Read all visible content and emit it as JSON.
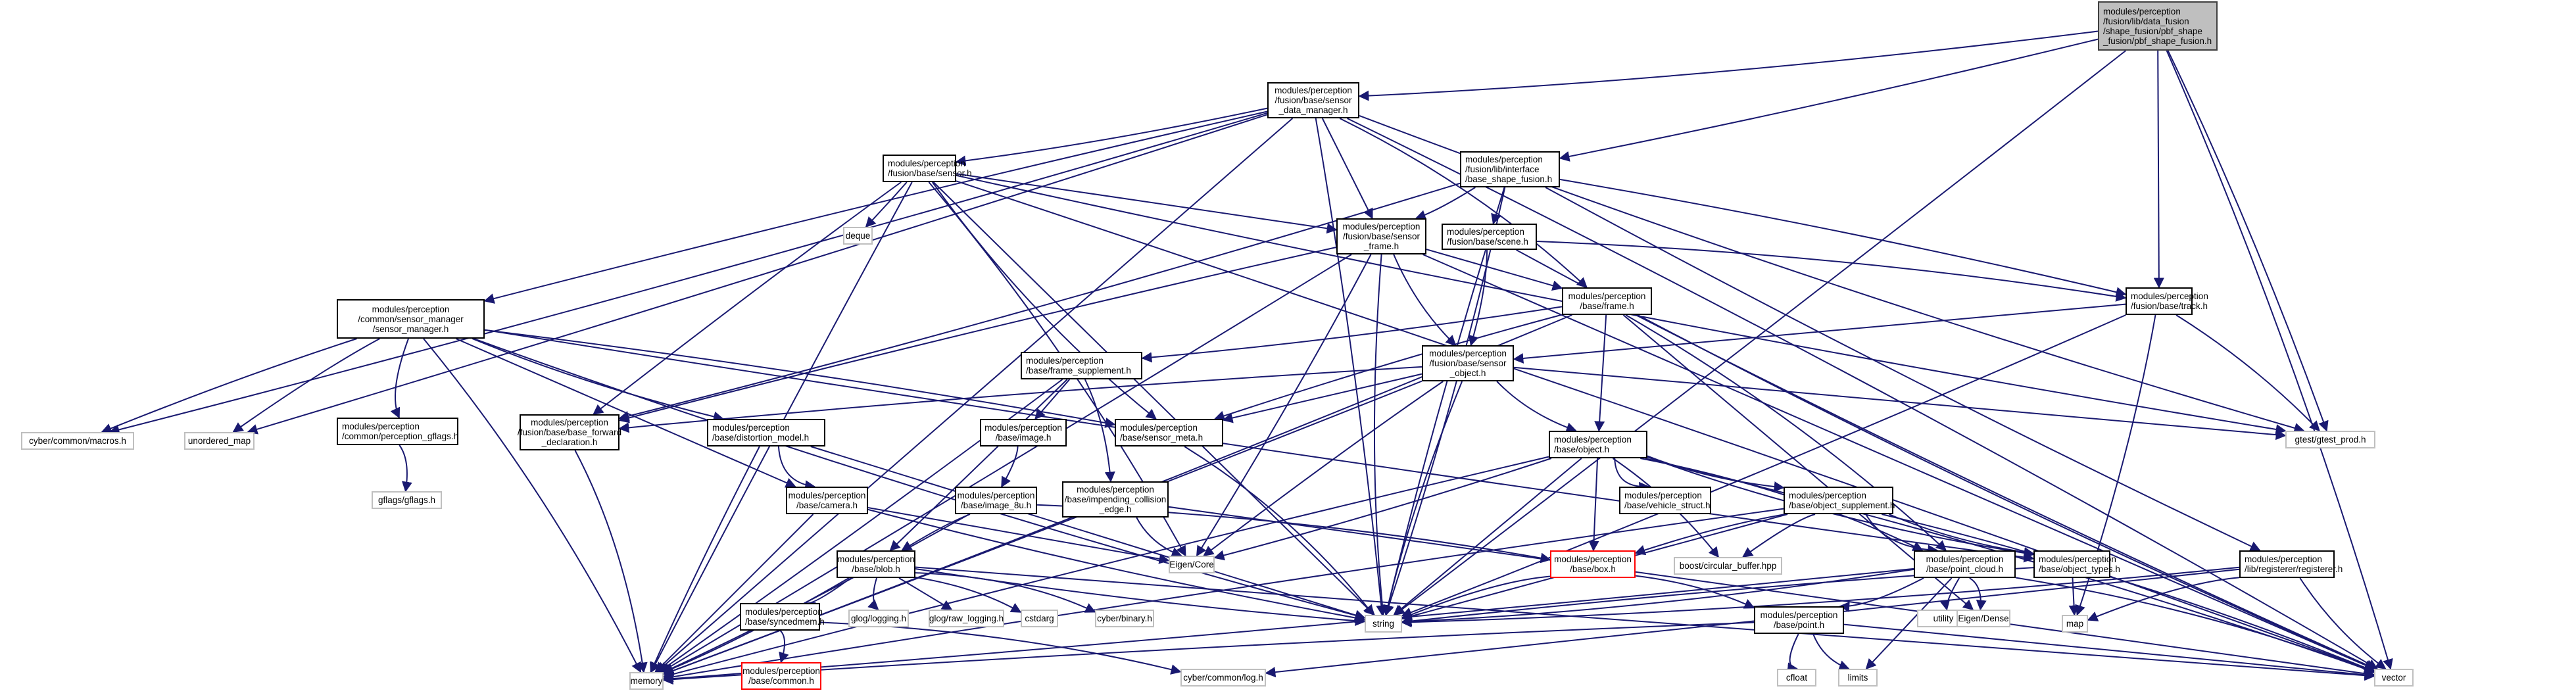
{
  "diagram": {
    "title": "Include dependency graph for pbf_shape_fusion.h",
    "edge_color": "#191970",
    "colors": {
      "root_fill": "#bfbfbf",
      "normal_border": "#000000",
      "external_border": "#bfbfbf",
      "missing_border": "#ff0000"
    },
    "nodes": [
      {
        "id": "root",
        "label": "modules/perception\n/fusion/lib/data_fusion\n/shape_fusion/pbf_shape\n_fusion/pbf_shape_fusion.h",
        "kind": "root"
      },
      {
        "id": "sdm",
        "label": "modules/perception\n/fusion/base/sensor\n_data_manager.h",
        "kind": "normal"
      },
      {
        "id": "bsf",
        "label": "modules/perception\n/fusion/lib/interface\n/base_shape_fusion.h",
        "kind": "normal"
      },
      {
        "id": "sensor",
        "label": "modules/perception\n/fusion/base/sensor.h",
        "kind": "normal"
      },
      {
        "id": "sframe",
        "label": "modules/perception\n/fusion/base/sensor\n_frame.h",
        "kind": "normal"
      },
      {
        "id": "scene",
        "label": "modules/perception\n/fusion/base/scene.h",
        "kind": "normal"
      },
      {
        "id": "track",
        "label": "modules/perception\n/fusion/base/track.h",
        "kind": "normal"
      },
      {
        "id": "frame",
        "label": "modules/perception\n/base/frame.h",
        "kind": "normal"
      },
      {
        "id": "smgr",
        "label": "modules/perception\n/common/sensor_manager\n/sensor_manager.h",
        "kind": "normal"
      },
      {
        "id": "fsup",
        "label": "modules/perception\n/base/frame_supplement.h",
        "kind": "normal"
      },
      {
        "id": "sobj",
        "label": "modules/perception\n/fusion/base/sensor\n_object.h",
        "kind": "normal"
      },
      {
        "id": "macros",
        "label": "cyber/common/macros.h",
        "kind": "external"
      },
      {
        "id": "umap",
        "label": "unordered_map",
        "kind": "external"
      },
      {
        "id": "pgflags",
        "label": "modules/perception\n/common/perception_gflags.h",
        "kind": "normal"
      },
      {
        "id": "bfd",
        "label": "modules/perception\n/fusion/base/base_forward\n_declaration.h",
        "kind": "normal"
      },
      {
        "id": "dist",
        "label": "modules/perception\n/base/distortion_model.h",
        "kind": "normal"
      },
      {
        "id": "image",
        "label": "modules/perception\n/base/image.h",
        "kind": "normal"
      },
      {
        "id": "smeta",
        "label": "modules/perception\n/base/sensor_meta.h",
        "kind": "normal"
      },
      {
        "id": "object",
        "label": "modules/perception\n/base/object.h",
        "kind": "normal"
      },
      {
        "id": "gtest",
        "label": "gtest/gtest_prod.h",
        "kind": "external"
      },
      {
        "id": "deque",
        "label": "deque",
        "kind": "external"
      },
      {
        "id": "gflags",
        "label": "gflags/gflags.h",
        "kind": "external"
      },
      {
        "id": "camera",
        "label": "modules/perception\n/base/camera.h",
        "kind": "normal"
      },
      {
        "id": "img8u",
        "label": "modules/perception\n/base/image_8u.h",
        "kind": "normal"
      },
      {
        "id": "ice",
        "label": "modules/perception\n/base/impending_collision\n_edge.h",
        "kind": "normal"
      },
      {
        "id": "vstruct",
        "label": "modules/perception\n/base/vehicle_struct.h",
        "kind": "normal"
      },
      {
        "id": "osup",
        "label": "modules/perception\n/base/object_supplement.h",
        "kind": "normal"
      },
      {
        "id": "blob",
        "label": "modules/perception\n/base/blob.h",
        "kind": "normal"
      },
      {
        "id": "eigencore",
        "label": "Eigen/Core",
        "kind": "external"
      },
      {
        "id": "box",
        "label": "modules/perception\n/base/box.h",
        "kind": "missing"
      },
      {
        "id": "cbuf",
        "label": "boost/circular_buffer.hpp",
        "kind": "external"
      },
      {
        "id": "pcloud",
        "label": "modules/perception\n/base/point_cloud.h",
        "kind": "normal"
      },
      {
        "id": "otypes",
        "label": "modules/perception\n/base/object_types.h",
        "kind": "normal"
      },
      {
        "id": "reg",
        "label": "modules/perception\n/lib/registerer/registerer.h",
        "kind": "normal"
      },
      {
        "id": "synced",
        "label": "modules/perception\n/base/syncedmem.h",
        "kind": "normal"
      },
      {
        "id": "glog",
        "label": "glog/logging.h",
        "kind": "external"
      },
      {
        "id": "glograw",
        "label": "glog/raw_logging.h",
        "kind": "external"
      },
      {
        "id": "cstdarg",
        "label": "cstdarg",
        "kind": "external"
      },
      {
        "id": "cbinary",
        "label": "cyber/binary.h",
        "kind": "external"
      },
      {
        "id": "string",
        "label": "string",
        "kind": "external"
      },
      {
        "id": "point",
        "label": "modules/perception\n/base/point.h",
        "kind": "normal"
      },
      {
        "id": "utility",
        "label": "utility",
        "kind": "external"
      },
      {
        "id": "edense",
        "label": "Eigen/Dense",
        "kind": "external"
      },
      {
        "id": "map",
        "label": "map",
        "kind": "external"
      },
      {
        "id": "memory",
        "label": "memory",
        "kind": "external"
      },
      {
        "id": "common",
        "label": "modules/perception\n/base/common.h",
        "kind": "missing"
      },
      {
        "id": "log",
        "label": "cyber/common/log.h",
        "kind": "external"
      },
      {
        "id": "cfloat",
        "label": "cfloat",
        "kind": "external"
      },
      {
        "id": "limits",
        "label": "limits",
        "kind": "external"
      },
      {
        "id": "vector",
        "label": "vector",
        "kind": "external"
      }
    ],
    "edges": [
      [
        "root",
        "sdm"
      ],
      [
        "root",
        "bsf"
      ],
      [
        "root",
        "track"
      ],
      [
        "root",
        "gtest"
      ],
      [
        "root",
        "vector"
      ],
      [
        "root",
        "string"
      ],
      [
        "sdm",
        "sensor"
      ],
      [
        "sdm",
        "sframe"
      ],
      [
        "sdm",
        "smgr"
      ],
      [
        "sdm",
        "frame"
      ],
      [
        "sdm",
        "macros"
      ],
      [
        "sdm",
        "umap"
      ],
      [
        "sdm",
        "memory"
      ],
      [
        "sdm",
        "string"
      ],
      [
        "sdm",
        "vector"
      ],
      [
        "sdm",
        "gtest"
      ],
      [
        "bsf",
        "sframe"
      ],
      [
        "bsf",
        "scene"
      ],
      [
        "bsf",
        "track"
      ],
      [
        "bsf",
        "string"
      ],
      [
        "bsf",
        "bfd"
      ],
      [
        "bsf",
        "reg"
      ],
      [
        "sensor",
        "sframe"
      ],
      [
        "sensor",
        "deque"
      ],
      [
        "sensor",
        "bfd"
      ],
      [
        "sensor",
        "smeta"
      ],
      [
        "sensor",
        "memory"
      ],
      [
        "sensor",
        "string"
      ],
      [
        "sensor",
        "vector"
      ],
      [
        "sensor",
        "eigencore"
      ],
      [
        "sensor",
        "gtest"
      ],
      [
        "sframe",
        "sobj"
      ],
      [
        "sframe",
        "frame"
      ],
      [
        "sframe",
        "bfd"
      ],
      [
        "sframe",
        "eigencore"
      ],
      [
        "sframe",
        "string"
      ],
      [
        "sframe",
        "memory"
      ],
      [
        "sframe",
        "vector"
      ],
      [
        "scene",
        "sobj"
      ],
      [
        "scene",
        "track"
      ],
      [
        "scene",
        "vector"
      ],
      [
        "scene",
        "string"
      ],
      [
        "track",
        "sobj"
      ],
      [
        "track",
        "gtest"
      ],
      [
        "track",
        "map"
      ],
      [
        "track",
        "string"
      ],
      [
        "frame",
        "fsup"
      ],
      [
        "frame",
        "object"
      ],
      [
        "frame",
        "smeta"
      ],
      [
        "frame",
        "pcloud"
      ],
      [
        "frame",
        "memory"
      ],
      [
        "frame",
        "vector"
      ],
      [
        "frame",
        "edense"
      ],
      [
        "smgr",
        "macros"
      ],
      [
        "smgr",
        "umap"
      ],
      [
        "smgr",
        "pgflags"
      ],
      [
        "smgr",
        "dist"
      ],
      [
        "smgr",
        "camera"
      ],
      [
        "smgr",
        "smeta"
      ],
      [
        "smgr",
        "memory"
      ],
      [
        "smgr",
        "string"
      ],
      [
        "smgr",
        "otypes"
      ],
      [
        "fsup",
        "image"
      ],
      [
        "fsup",
        "ice"
      ],
      [
        "fsup",
        "blob"
      ],
      [
        "fsup",
        "memory"
      ],
      [
        "sobj",
        "object"
      ],
      [
        "sobj",
        "smeta"
      ],
      [
        "sobj",
        "bfd"
      ],
      [
        "sobj",
        "eigencore"
      ],
      [
        "sobj",
        "string"
      ],
      [
        "sobj",
        "memory"
      ],
      [
        "sobj",
        "gtest"
      ],
      [
        "pgflags",
        "gflags"
      ],
      [
        "bfd",
        "memory"
      ],
      [
        "dist",
        "camera"
      ],
      [
        "dist",
        "memory"
      ],
      [
        "dist",
        "string"
      ],
      [
        "image",
        "img8u"
      ],
      [
        "smeta",
        "string"
      ],
      [
        "object",
        "vstruct"
      ],
      [
        "object",
        "osup"
      ],
      [
        "object",
        "box"
      ],
      [
        "object",
        "cbuf"
      ],
      [
        "object",
        "pcloud"
      ],
      [
        "object",
        "otypes"
      ],
      [
        "object",
        "eigencore"
      ],
      [
        "object",
        "string"
      ],
      [
        "object",
        "memory"
      ],
      [
        "object",
        "vector"
      ],
      [
        "camera",
        "memory"
      ],
      [
        "camera",
        "string"
      ],
      [
        "camera",
        "eigencore"
      ],
      [
        "img8u",
        "blob"
      ],
      [
        "img8u",
        "box"
      ],
      [
        "img8u",
        "memory"
      ],
      [
        "ice",
        "eigencore"
      ],
      [
        "ice",
        "vector"
      ],
      [
        "osup",
        "box"
      ],
      [
        "osup",
        "cbuf"
      ],
      [
        "osup",
        "pcloud"
      ],
      [
        "osup",
        "otypes"
      ],
      [
        "osup",
        "string"
      ],
      [
        "osup",
        "memory"
      ],
      [
        "osup",
        "vector"
      ],
      [
        "blob",
        "synced"
      ],
      [
        "blob",
        "glog"
      ],
      [
        "blob",
        "glograw"
      ],
      [
        "blob",
        "cstdarg"
      ],
      [
        "blob",
        "cbinary"
      ],
      [
        "blob",
        "memory"
      ],
      [
        "blob",
        "string"
      ],
      [
        "blob",
        "vector"
      ],
      [
        "box",
        "point"
      ],
      [
        "box",
        "string"
      ],
      [
        "pcloud",
        "point"
      ],
      [
        "pcloud",
        "utility"
      ],
      [
        "pcloud",
        "limits"
      ],
      [
        "pcloud",
        "edense"
      ],
      [
        "pcloud",
        "vector"
      ],
      [
        "pcloud",
        "string"
      ],
      [
        "pcloud",
        "memory"
      ],
      [
        "otypes",
        "map"
      ],
      [
        "otypes",
        "string"
      ],
      [
        "reg",
        "map"
      ],
      [
        "reg",
        "string"
      ],
      [
        "reg",
        "vector"
      ],
      [
        "reg",
        "log"
      ],
      [
        "synced",
        "common"
      ],
      [
        "synced",
        "log"
      ],
      [
        "point",
        "cfloat"
      ],
      [
        "point",
        "limits"
      ],
      [
        "point",
        "vector"
      ],
      [
        "point",
        "memory"
      ]
    ]
  }
}
